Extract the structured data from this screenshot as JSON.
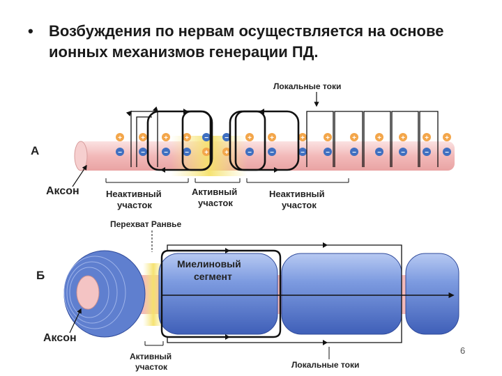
{
  "slide": {
    "bullet": "•",
    "title": "Возбуждения по нервам осуществляется на основе ионных механизмов генерации ПД.",
    "page_number": "6"
  },
  "diagram_a": {
    "letter": "А",
    "axon_label": "Аксон",
    "local_currents_label": "Локальные токи",
    "inactive_left_line1": "Неактивный",
    "inactive_left_line2": "участок",
    "active_line1": "Активный",
    "active_line2": "участок",
    "inactive_right_line1": "Неактивный",
    "inactive_right_line2": "участок",
    "plus_sign": "+",
    "minus_sign": "−"
  },
  "diagram_b": {
    "letter": "Б",
    "node_label": "Перехват Ранвье",
    "myelin_line1": "Миелиновый",
    "myelin_line2": "сегмент",
    "axon_label": "Аксон",
    "active_line1": "Активный",
    "active_line2": "участок",
    "local_currents_label": "Локальные токи"
  },
  "colors": {
    "axon_pink": "#f4c4c4",
    "active_yellow": "#f7e98a",
    "myelin_blue": "#6f8fd8",
    "ion_orange": "#f3a64a",
    "ion_blue": "#3f6fc0",
    "line": "#111111"
  }
}
